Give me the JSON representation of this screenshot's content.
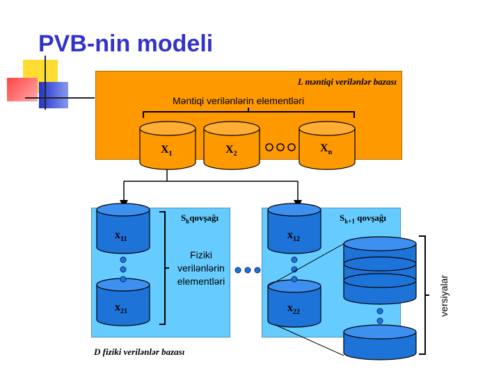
{
  "title": "PVB-nin modeli",
  "logical_db": {
    "label": "L məntiqi verilənlər bazası",
    "elements_label": "Məntiqi verilənlərin elementləri",
    "cylinders": [
      {
        "main": "X",
        "sub": "1"
      },
      {
        "main": "X",
        "sub": "2"
      },
      {
        "main": "X",
        "sub": "n"
      }
    ]
  },
  "segment_k": {
    "label_main": "S",
    "label_sub": "k",
    "label_rest": "qovşağı",
    "cyl_top": {
      "main": "x",
      "sub": "11"
    },
    "cyl_bottom": {
      "main": "x",
      "sub": "21"
    }
  },
  "segment_k1": {
    "label_main": "S",
    "label_sub": "k+1",
    "label_rest": " qovşağı",
    "cyl_top": {
      "main": "x",
      "sub": "12"
    },
    "cyl_bottom": {
      "main": "x",
      "sub": "22"
    }
  },
  "physical_elements_label": [
    "Fiziki",
    "verilənlərin",
    "elementləri"
  ],
  "physical_db_label": "D fiziki verilənlər bazası",
  "versions_label": "versiyalar",
  "colors": {
    "title": "#3333cc",
    "logical_bg": "#ff9900",
    "physical_bg": "#66ccff",
    "cyl_orange": "#ff9900",
    "cyl_blue": "#1e73d8"
  }
}
